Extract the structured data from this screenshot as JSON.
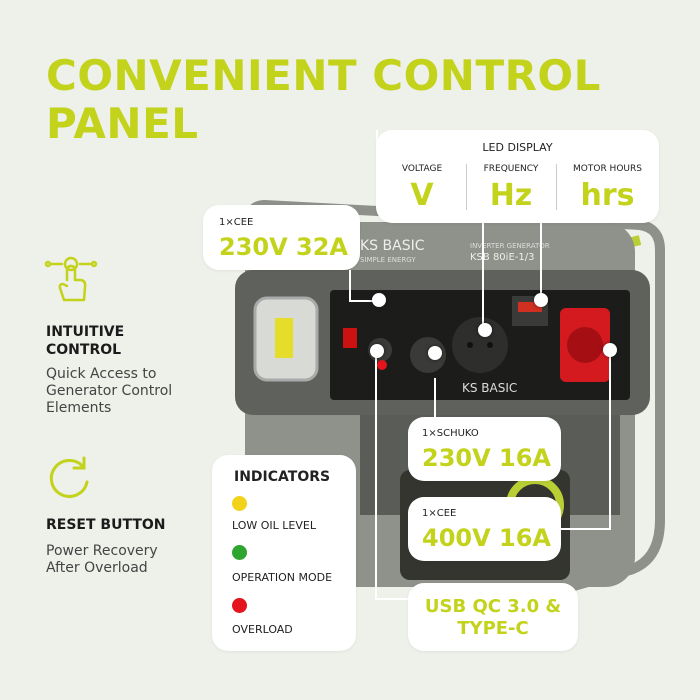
{
  "title": "CONVENIENT CONTROL PANEL",
  "features": [
    {
      "icon": "touch-icon",
      "title": "INTUITIVE CONTROL",
      "desc": "Quick Access to Generator Control Elements"
    },
    {
      "icon": "reset-icon",
      "title": "RESET BUTTON",
      "desc": "Power Recovery After Overload"
    }
  ],
  "led_display": {
    "title": "LED DISPLAY",
    "columns": [
      {
        "label": "VOLTAGE",
        "unit": "V"
      },
      {
        "label": "FREQUENCY",
        "unit": "Hz"
      },
      {
        "label": "MOTOR HOURS",
        "unit": "hrs"
      }
    ]
  },
  "callouts": {
    "cee_32": {
      "label": "1×CEE",
      "value": "230V 32A"
    },
    "schuko": {
      "label": "1×SCHUKO",
      "value": "230V 16A"
    },
    "cee_16": {
      "label": "1×CEE",
      "value": "400V 16A"
    },
    "usb": {
      "value": "USB QC 3.0 & TYPE-C"
    }
  },
  "indicators": {
    "title": "INDICATORS",
    "items": [
      {
        "label": "LOW OIL LEVEL",
        "color": "#f2d21b"
      },
      {
        "label": "OPERATION MODE",
        "color": "#2ea52e"
      },
      {
        "label": "OVERLOAD",
        "color": "#e4141c"
      }
    ]
  },
  "product": {
    "brand": "KS BASIC",
    "tagline": "SIMPLE ENERGY",
    "type": "INVERTER GENERATOR",
    "model": "KSB 80iE-1/3"
  },
  "colors": {
    "accent": "#c3d21a",
    "background": "#eef0ea"
  }
}
